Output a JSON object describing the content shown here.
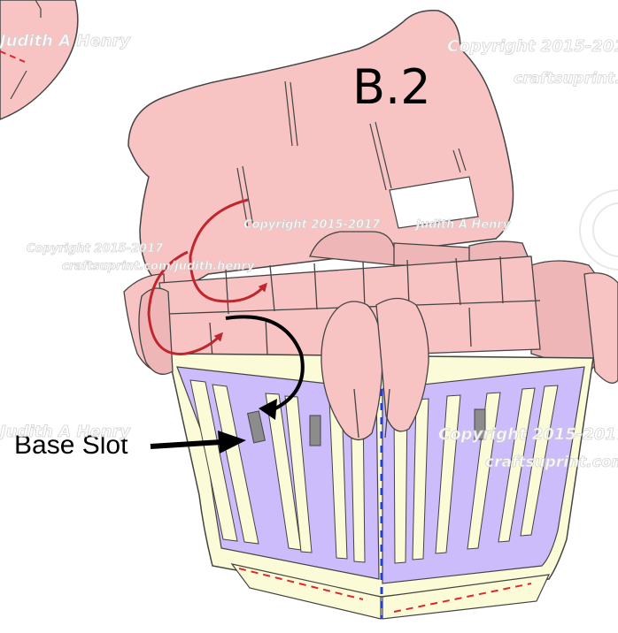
{
  "diagram": {
    "step_label": "B.2",
    "callout_label": "Base Slot",
    "watermarks": {
      "copyright_line": "Copyright 2015-2017",
      "site_line": "craftsuprint.com/judith.henry",
      "author_line": "Judith A Henry"
    },
    "colors": {
      "petal_pink": "#f7c3c3",
      "petal_stroke": "#444444",
      "liner_purple": "#cdbcfb",
      "liner_cream": "#fbfbd8",
      "slot_gray": "#8c8c8c",
      "arrow_red": "#c0262d",
      "arrow_black": "#000000",
      "fold_red": "#e2252a",
      "fold_blue": "#1f3fd6"
    }
  }
}
